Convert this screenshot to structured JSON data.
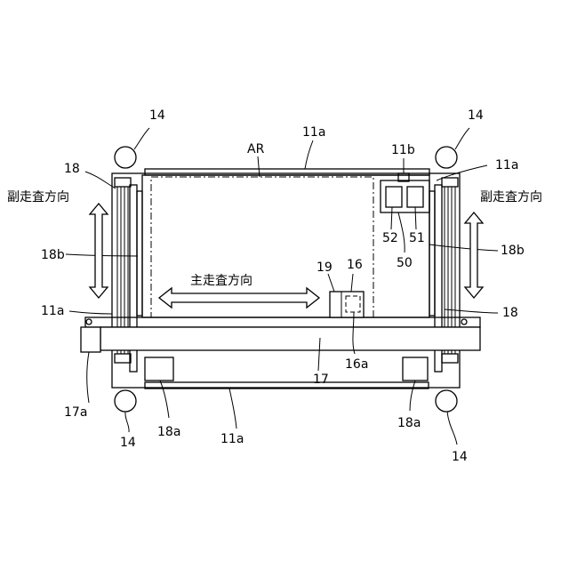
{
  "labels": {
    "l14_tl": "14",
    "l14_tr": "14",
    "l14_bl": "14",
    "l14_br": "14",
    "l11a_top": "11a",
    "l11a_tr": "11a",
    "l11a_left": "11a",
    "l11a_bottom": "11a",
    "lAR": "AR",
    "l11b": "11b",
    "l18_tl": "18",
    "l18_r": "18",
    "l18b_l": "18b",
    "l18b_r": "18b",
    "l52": "52",
    "l51": "51",
    "l50": "50",
    "l19": "19",
    "l16": "16",
    "l16a": "16a",
    "l17": "17",
    "l17a": "17a",
    "l18a_l": "18a",
    "l18a_r": "18a",
    "sub_scan_left": "副走査方向",
    "sub_scan_right": "副走査方向",
    "main_scan": "主走査方向"
  }
}
